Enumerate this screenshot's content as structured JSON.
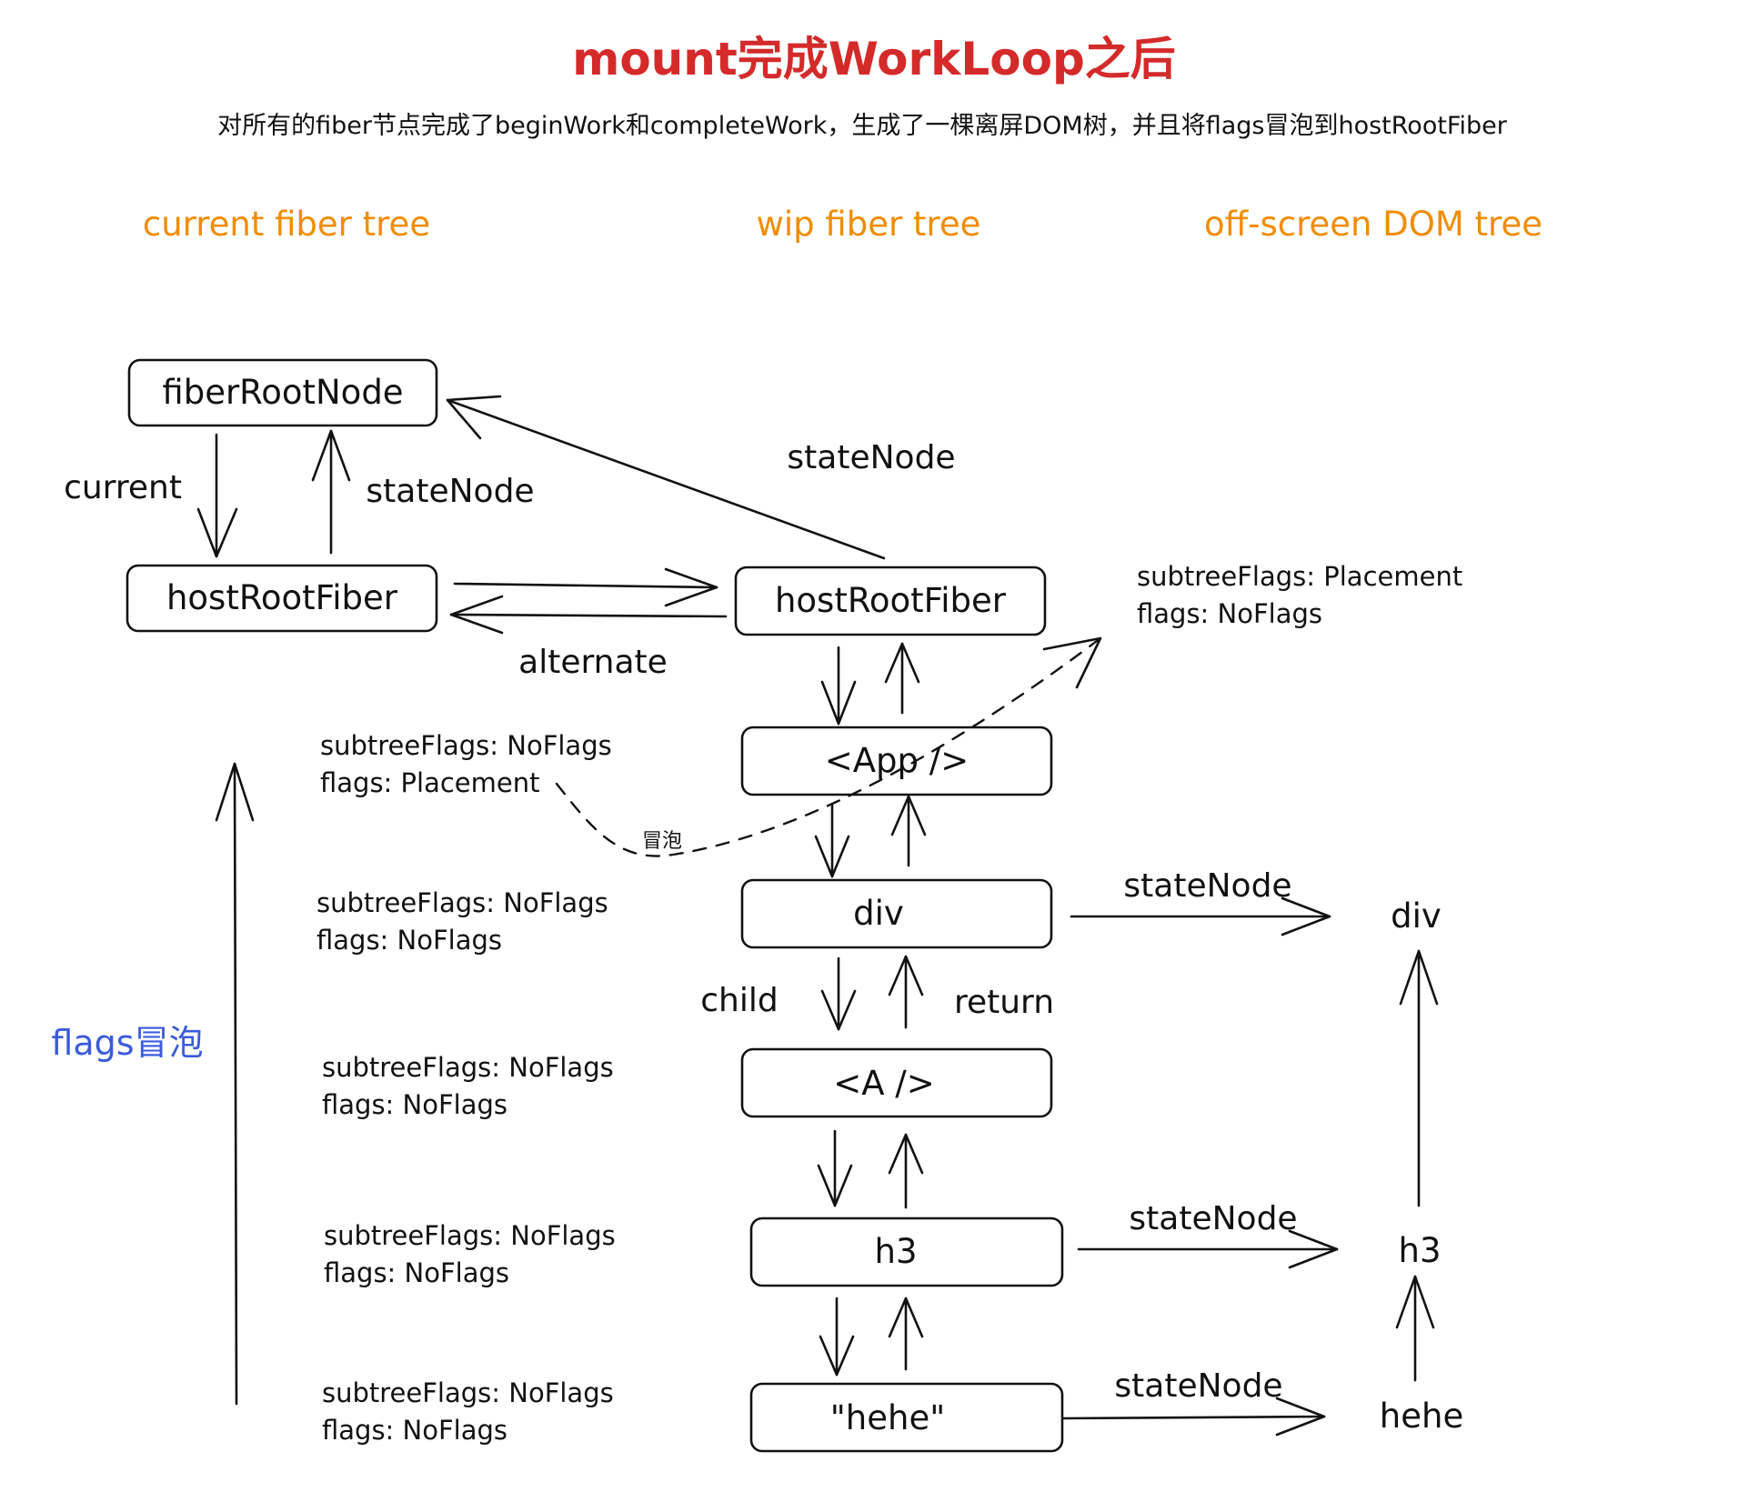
{
  "title": "mount完成WorkLoop之后",
  "subtitle": "对所有的fiber节点完成了beginWork和completeWork，生成了一棵离屏DOM树，并且将flags冒泡到hostRootFiber",
  "columns": {
    "current": "current fiber tree",
    "wip": "wip fiber tree",
    "dom": "off-screen DOM tree"
  },
  "nodes": {
    "fiber_root": "fiberRootNode",
    "current_host_root": "hostRootFiber",
    "wip_host_root": "hostRootFiber",
    "app": "<App />",
    "div": "div",
    "a": "<A />",
    "h3": "h3",
    "hehe": "\"hehe\""
  },
  "edge_labels": {
    "current": "current",
    "state_node_left": "stateNode",
    "state_node_top": "stateNode",
    "alternate": "alternate",
    "child": "child",
    "return": "return",
    "state_node_div": "stateNode",
    "state_node_h3": "stateNode",
    "state_node_hehe": "stateNode",
    "bubble": "冒泡",
    "flags_bubble": "flags冒泡"
  },
  "flags": {
    "host_root": [
      "subtreeFlags: Placement",
      "flags: NoFlags"
    ],
    "app": [
      "subtreeFlags: NoFlags",
      "flags: Placement"
    ],
    "div": [
      "subtreeFlags: NoFlags",
      "flags: NoFlags"
    ],
    "a": [
      "subtreeFlags: NoFlags",
      "flags: NoFlags"
    ],
    "h3": [
      "subtreeFlags: NoFlags",
      "flags: NoFlags"
    ],
    "hehe": [
      "subtreeFlags: NoFlags",
      "flags: NoFlags"
    ]
  },
  "dom_nodes": {
    "div": "div",
    "h3": "h3",
    "hehe": "hehe"
  },
  "colors": {
    "title": "#d42a2a",
    "column_heading": "#f08c00",
    "flags_bubble": "#3b5bdb",
    "ink": "#111111"
  }
}
